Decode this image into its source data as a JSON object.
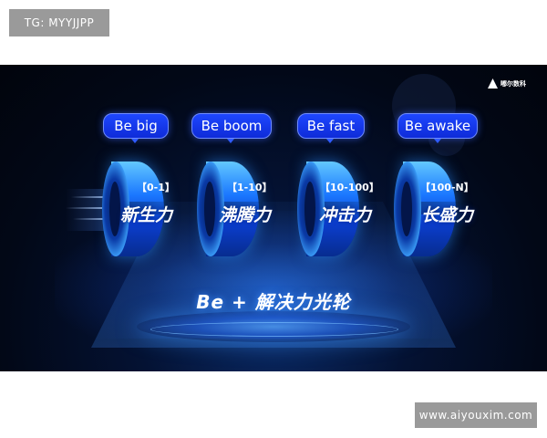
{
  "watermarks": {
    "top": "TG: MYYJJPP",
    "bottom": "www.aiyouxim.com"
  },
  "banner": {
    "logo": {
      "name": "嘟尔数科",
      "icon": "triangle-logo-icon"
    },
    "stages": [
      {
        "pill": "Be big",
        "range": "【0-1】",
        "power": "新生力"
      },
      {
        "pill": "Be boom",
        "range": "【1-10】",
        "power": "沸腾力"
      },
      {
        "pill": "Be fast",
        "range": "【10-100】",
        "power": "冲击力"
      },
      {
        "pill": "Be awake",
        "range": "【100-N】",
        "power": "长盛力"
      }
    ],
    "title": "Be + 解决力光轮"
  },
  "colors": {
    "pill": "#1e47ff",
    "tube_light": "#63c8ff",
    "tube_dark": "#072c8f",
    "background": "#020817"
  }
}
